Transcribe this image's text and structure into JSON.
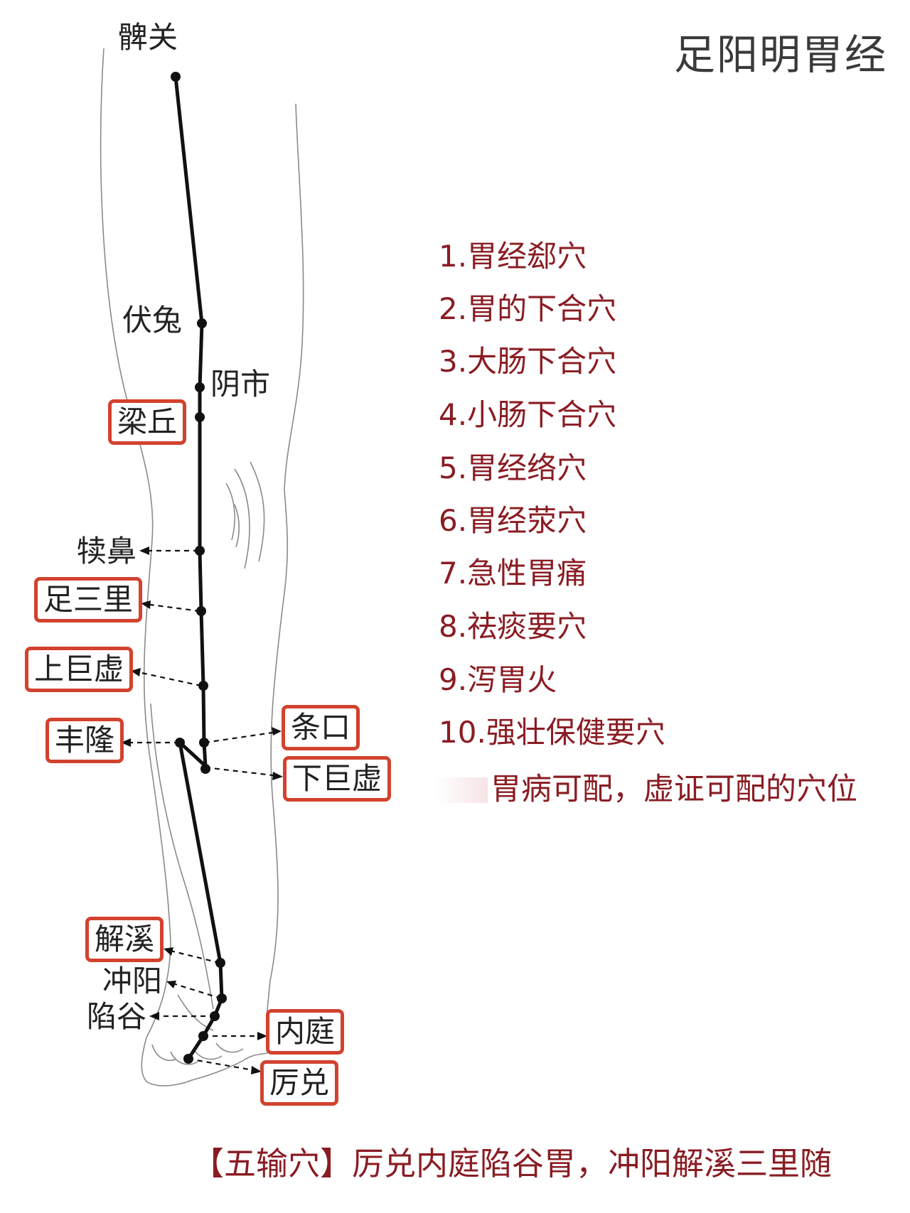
{
  "title": "足阳明胃经",
  "points": {
    "biguan": "髀关",
    "futu": "伏兔",
    "yinshi": "阴市",
    "liangqiu": "梁丘",
    "dubi": "犊鼻",
    "zusanli": "足三里",
    "shangjuxu": "上巨虚",
    "fenglong": "丰隆",
    "tiaokou": "条口",
    "xiajuxu": "下巨虚",
    "jiexi": "解溪",
    "chongyang": "冲阳",
    "xiangu": "陷谷",
    "neiting": "内庭",
    "lidui": "厉兑"
  },
  "legend": [
    "1.胃经郄穴",
    "2.胃的下合穴",
    "3.大肠下合穴",
    "4.小肠下合穴",
    "5.胃经络穴",
    "6.胃经荥穴",
    "7.急性胃痛",
    "8.祛痰要穴",
    "9.泻胃火",
    "10.强壮保健要穴"
  ],
  "note": "胃病可配，虚证可配的穴位",
  "mnemonic": "【五输穴】厉兑内庭陷谷胃，冲阳解溪三里随",
  "colors": {
    "highlight_box": "#d2422e",
    "legend_text": "#8a1c23",
    "meridian_line": "#111111"
  }
}
